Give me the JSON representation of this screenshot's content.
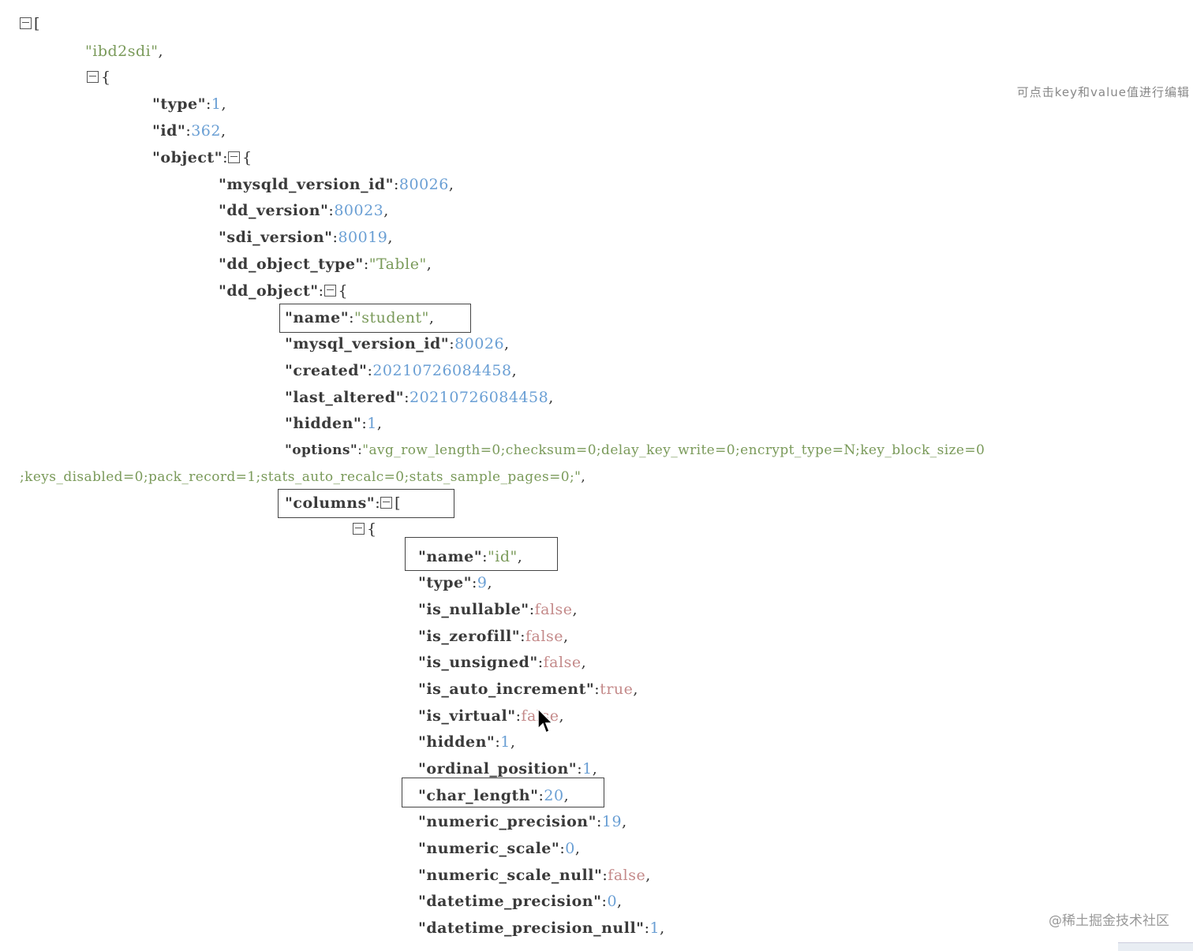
{
  "hint": "可点击key和value值进行编辑",
  "watermark": "@稀土掘金技术社区",
  "json": {
    "root_open": "[",
    "name_str": "\"ibd2sdi\"",
    "obj_open": "{",
    "type_key": "\"type\"",
    "type_val": "1",
    "id_key": "\"id\"",
    "id_val": "362",
    "object_key": "\"object\"",
    "mysqld_version_id_key": "\"mysqld_version_id\"",
    "mysqld_version_id_val": "80026",
    "dd_version_key": "\"dd_version\"",
    "dd_version_val": "80023",
    "sdi_version_key": "\"sdi_version\"",
    "sdi_version_val": "80019",
    "dd_object_type_key": "\"dd_object_type\"",
    "dd_object_type_val": "\"Table\"",
    "dd_object_key": "\"dd_object\"",
    "name_key": "\"name\"",
    "name_val": "\"student\"",
    "mysql_version_id_key": "\"mysql_version_id\"",
    "mysql_version_id_val": "80026",
    "created_key": "\"created\"",
    "created_val": "20210726084458",
    "last_altered_key": "\"last_altered\"",
    "last_altered_val": "20210726084458",
    "hidden_key": "\"hidden\"",
    "hidden_val": "1",
    "options_key": "\"options\"",
    "options_val_1": "\"avg_row_length=0;checksum=0;delay_key_write=0;encrypt_type=N;key_block_size=0",
    "options_val_2": ";keys_disabled=0;pack_record=1;stats_auto_recalc=0;stats_sample_pages=0;\"",
    "columns_key": "\"columns\"",
    "col_name_key": "\"name\"",
    "col_name_val": "\"id\"",
    "col_type_key": "\"type\"",
    "col_type_val": "9",
    "is_nullable_key": "\"is_nullable\"",
    "is_nullable_val": "false",
    "is_zerofill_key": "\"is_zerofill\"",
    "is_zerofill_val": "false",
    "is_unsigned_key": "\"is_unsigned\"",
    "is_unsigned_val": "false",
    "is_auto_increment_key": "\"is_auto_increment\"",
    "is_auto_increment_val": "true",
    "is_virtual_key": "\"is_virtual\"",
    "is_virtual_val": "false",
    "col_hidden_key": "\"hidden\"",
    "col_hidden_val": "1",
    "ordinal_position_key": "\"ordinal_position\"",
    "ordinal_position_val": "1",
    "char_length_key": "\"char_length\"",
    "char_length_val": "20",
    "numeric_precision_key": "\"numeric_precision\"",
    "numeric_precision_val": "19",
    "numeric_scale_key": "\"numeric_scale\"",
    "numeric_scale_val": "0",
    "numeric_scale_null_key": "\"numeric_scale_null\"",
    "numeric_scale_null_val": "false",
    "datetime_precision_key": "\"datetime_precision\"",
    "datetime_precision_val": "0",
    "datetime_precision_null_key": "\"datetime_precision_null\"",
    "datetime_precision_null_val": "1"
  },
  "icons": {
    "toggle": "collapse-toggle-icon",
    "cursor": "mouse-pointer-icon"
  }
}
